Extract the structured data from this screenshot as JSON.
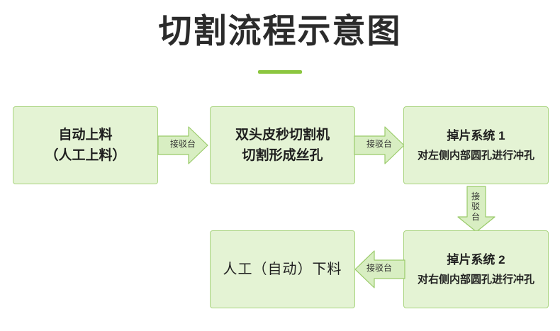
{
  "title": "切割流程示意图",
  "colors": {
    "box_fill": "#e4f3d4",
    "box_border": "#a9d47f",
    "arrow_fill": "#d8eec2",
    "arrow_border": "#9acb6a",
    "accent": "#8cc63f",
    "title_text": "#2b2b2b"
  },
  "nodes": [
    {
      "id": "feed",
      "lines": [
        "自动上料",
        "（人工上料）"
      ],
      "style": "big"
    },
    {
      "id": "cut",
      "lines": [
        "双头皮秒切割机",
        "切割形成丝孔"
      ],
      "style": "big"
    },
    {
      "id": "drop1",
      "head": "掉片系统 1",
      "sub": "对左侧内部圆孔进行冲孔",
      "style": "two-tone"
    },
    {
      "id": "drop2",
      "head": "掉片系统 2",
      "sub": "对右侧内部圆孔进行冲孔",
      "style": "two-tone"
    },
    {
      "id": "unload",
      "lines": [
        "人工（自动）下料"
      ],
      "style": "plain"
    }
  ],
  "arrows": [
    {
      "id": "arrow1",
      "label": "接驳台",
      "direction": "right"
    },
    {
      "id": "arrow2",
      "label": "接驳台",
      "direction": "right"
    },
    {
      "id": "arrow3",
      "label": "接驳台",
      "direction": "down"
    },
    {
      "id": "arrow4",
      "label": "接驳台",
      "direction": "left"
    }
  ]
}
